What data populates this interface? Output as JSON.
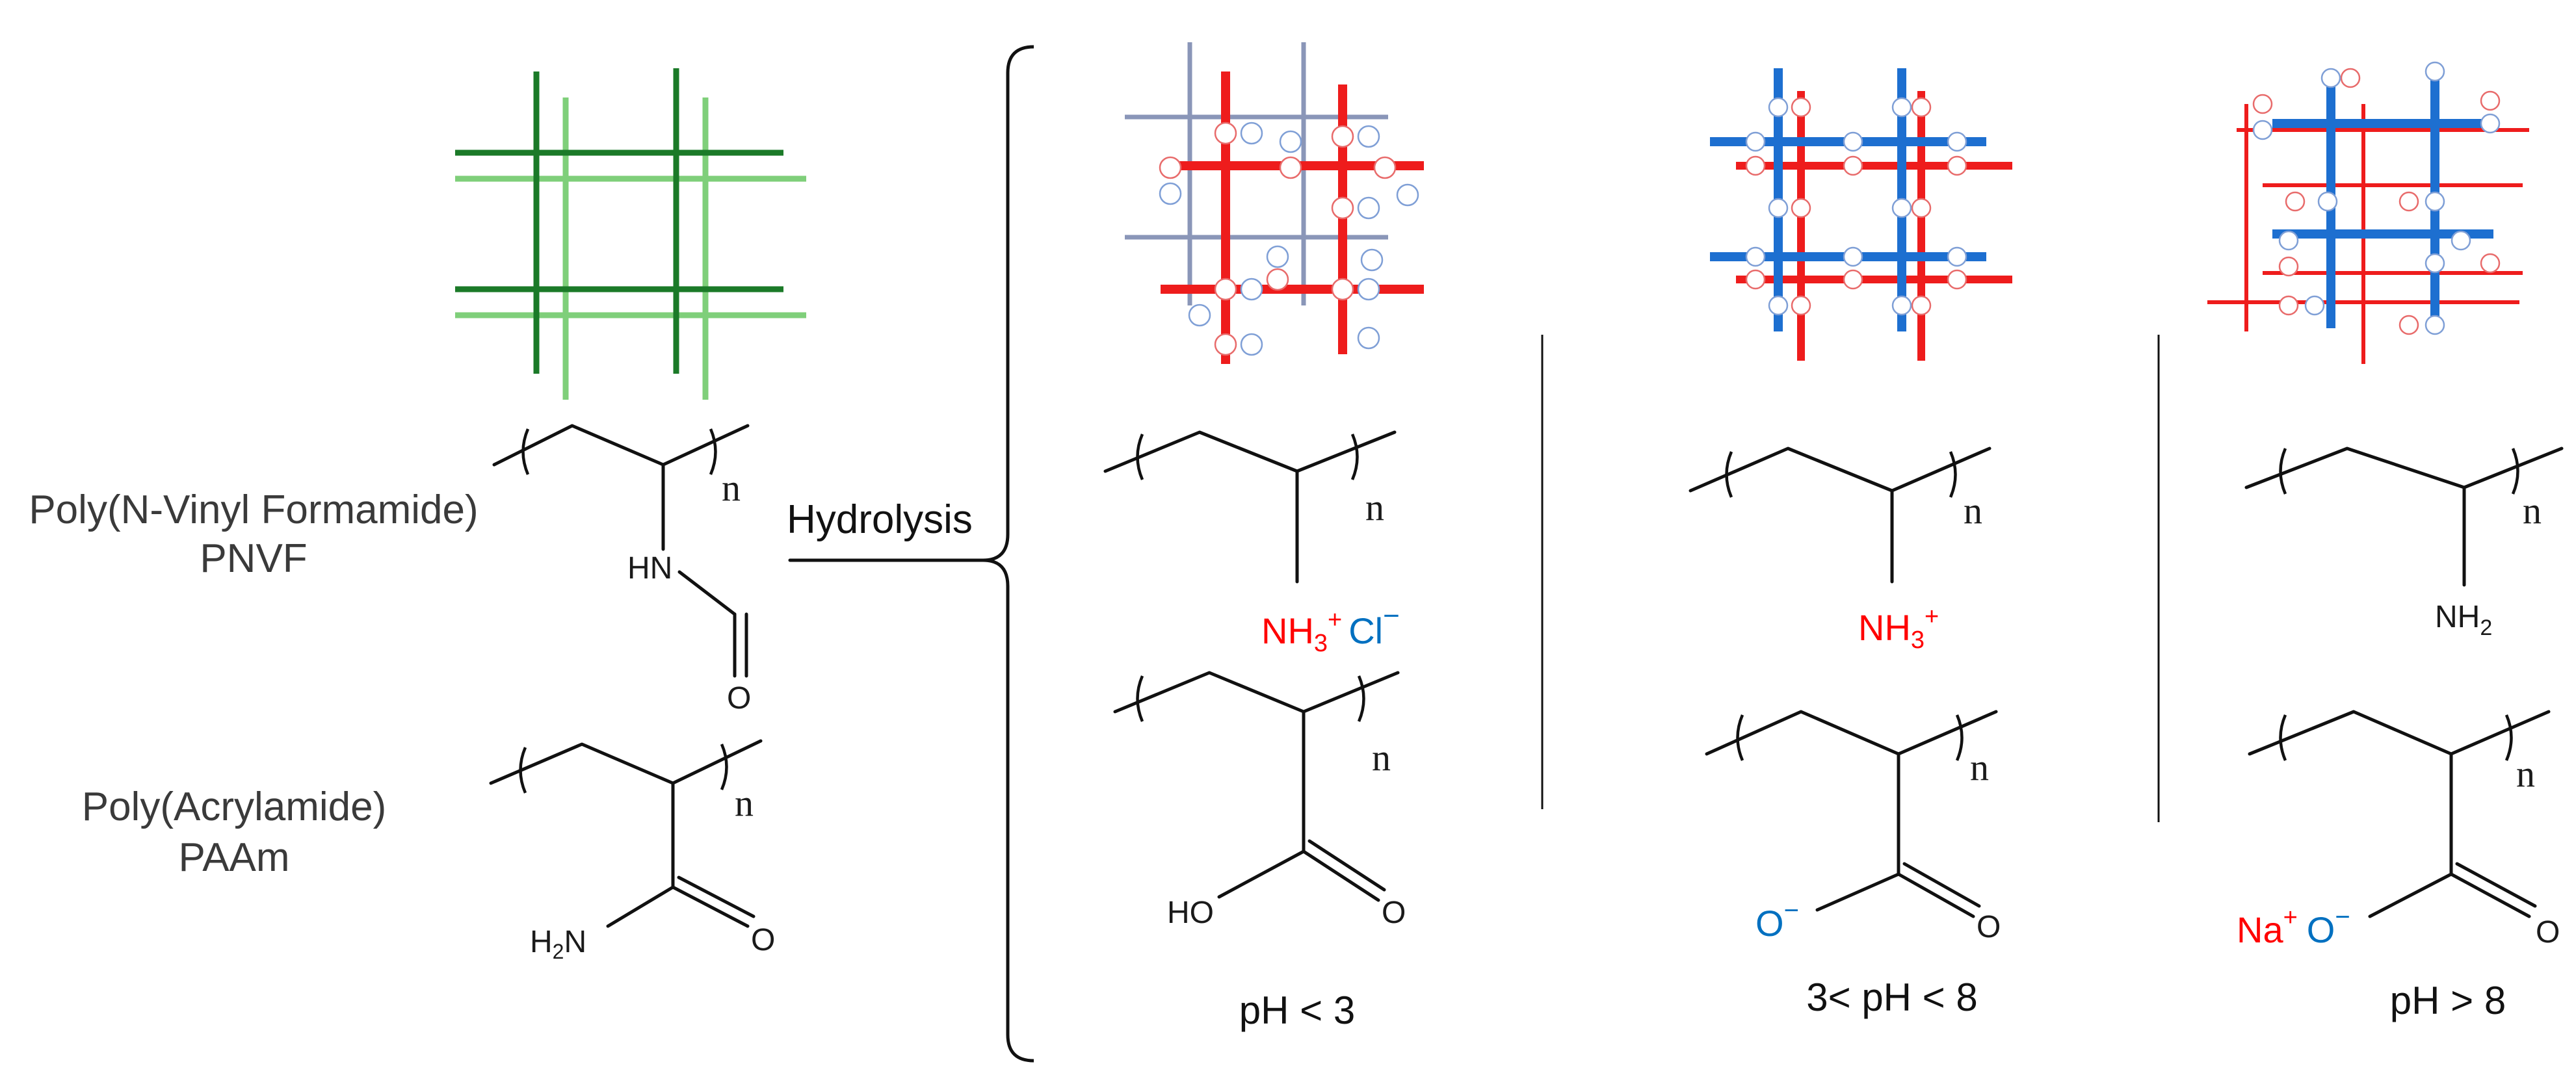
{
  "colors": {
    "cation": "#ff0000",
    "anion": "#0070c0",
    "pnvf_dark": "#1b7a28",
    "pnvf_light": "#7fcf7a",
    "neutral_chain": "#8a96b8",
    "network_blue": "#1d6fd0",
    "network_red": "#ee1c1c"
  },
  "icons": [
    "pnvf-network-icon",
    "acidic-network-icon",
    "zwitterion-network-icon",
    "basic-network-icon"
  ],
  "left": {
    "pnvf_name": "Poly(N-Vinyl Formamide)",
    "pnvf_abbr": "PNVF",
    "paam_name": "Poly(Acrylamide)",
    "paam_abbr": "PAAm",
    "pnvf_hn": "HN",
    "pnvf_o": "O",
    "paam_o": "O"
  },
  "reaction": {
    "label": "Hydrolysis"
  },
  "repeat_index": "n",
  "acid": {
    "amine_group": "NH",
    "amine_sub": "3",
    "amine_charge": "+",
    "counter_ion": "Cl",
    "counter_charge": "−",
    "carboxyl_oh": "HO",
    "carboxyl_o": "O",
    "ph_label": "pH < 3"
  },
  "mid": {
    "amine_group": "NH",
    "amine_sub": "3",
    "amine_charge": "+",
    "carboxylate": "O",
    "carboxylate_charge": "−",
    "carboxyl_o": "O",
    "ph_label": "3< pH < 8"
  },
  "base": {
    "amine_group": "NH",
    "amine_sub": "2",
    "counter_ion": "Na",
    "counter_charge": "+",
    "carboxylate": "O",
    "carboxylate_charge": "−",
    "carboxyl_o": "O",
    "ph_label": "pH > 8"
  }
}
